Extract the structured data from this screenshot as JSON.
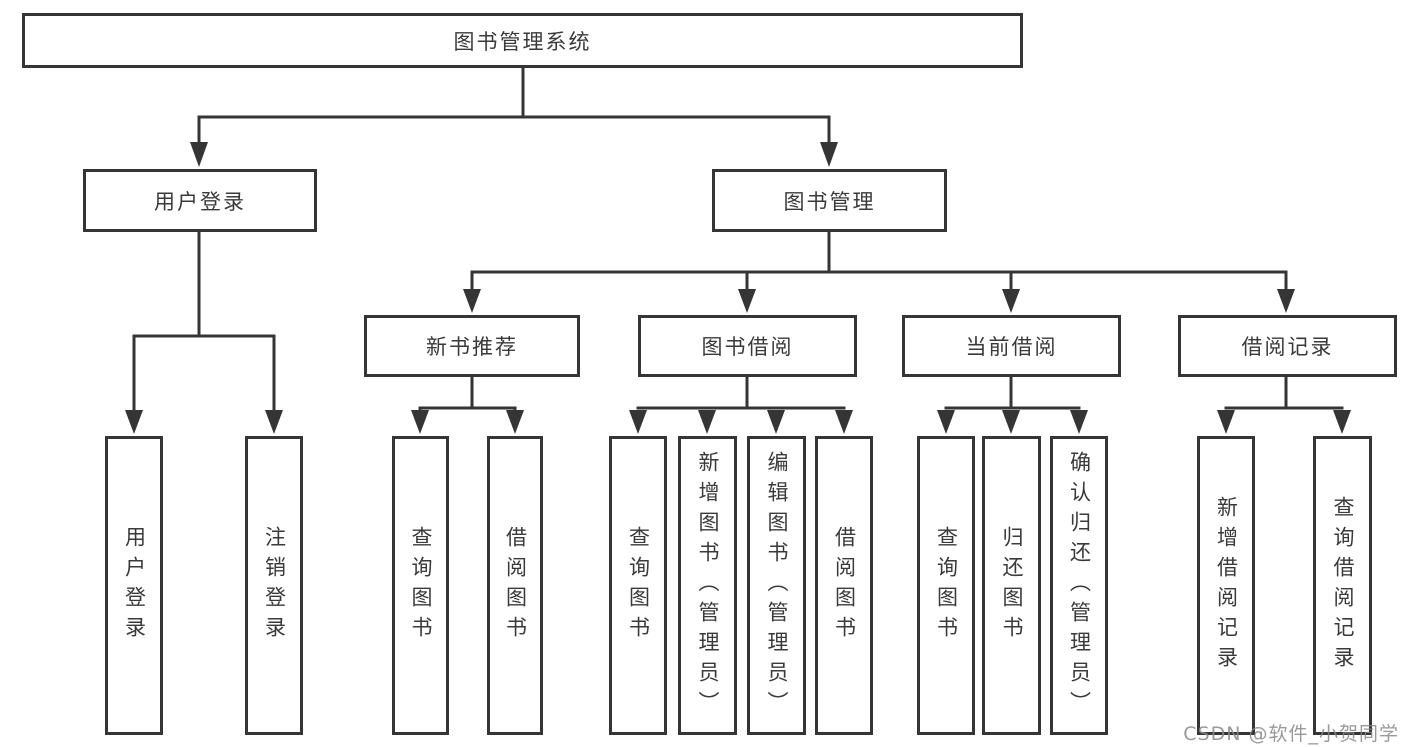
{
  "diagram": {
    "title_node": "图书管理系统",
    "level2": {
      "user_login": "用户登录",
      "book_mgmt": "图书管理"
    },
    "level3": {
      "new_book_rec": "新书推荐",
      "book_borrow": "图书借阅",
      "current_borrow": "当前借阅",
      "borrow_records": "借阅记录"
    },
    "leaves": {
      "ul_login": "用户登录",
      "ul_logout": "注销登录",
      "rec_query": "查询图书",
      "rec_borrow": "借阅图书",
      "bb_query": "查询图书",
      "bb_add": "新增图书（管理员）",
      "bb_edit": "编辑图书（管理员）",
      "bb_borrow": "借阅图书",
      "cb_query": "查询图书",
      "cb_return": "归还图书",
      "cb_confirm": "确认归还（管理员）",
      "br_add": "新增借阅记录",
      "br_query": "查询借阅记录"
    }
  },
  "watermark": "CSDN @软件_小贺同学",
  "colors": {
    "line": "#353535",
    "border": "#353535",
    "text": "#3a3a3a",
    "watermark": "#878787",
    "background": "#ffffff"
  }
}
